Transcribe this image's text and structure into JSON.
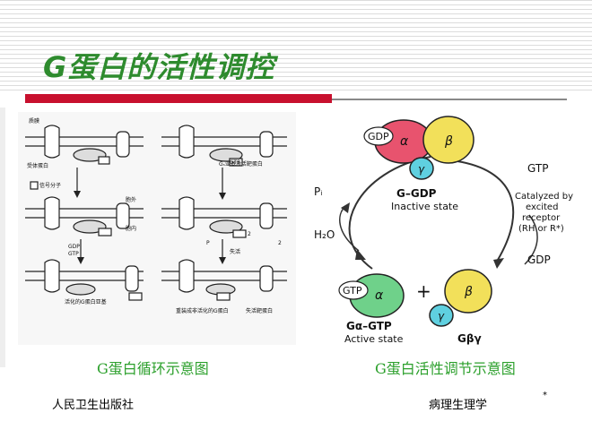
{
  "slide": {
    "title": "G蛋白的活性调控",
    "caption_left": "G蛋白循环示意图",
    "caption_right": "G蛋白活性调节示意图",
    "footer_left": "人民卫生出版社",
    "footer_right": "病理生理学",
    "footer_mark": "*"
  },
  "left_figure": {
    "labels": {
      "membrane": "质膜",
      "receptor": "受体蛋白",
      "signal": "信号分子",
      "outside": "胞外",
      "inside": "胞内",
      "gdp": "GDP",
      "gtp": "GTP",
      "gtp_small": "GTP",
      "active_gprotein": "活化的G蛋白亚基",
      "target_change": "Gₛ亚基激活靶蛋白",
      "pi": "P",
      "inactivate": "失活",
      "reassemble": "重装成非活化的G蛋白",
      "inactive_target": "失活靶蛋白",
      "num2a": "2",
      "num2b": "2"
    }
  },
  "right_figure": {
    "colors": {
      "alpha": "#e8536e",
      "beta": "#f2e05a",
      "gamma": "#5fd0e0",
      "alpha_active": "#6fd18a"
    },
    "labels": {
      "gdp": "GDP",
      "alpha": "α",
      "beta": "β",
      "gamma": "γ",
      "g_gdp": "G–GDP",
      "inactive_state": "Inactive state",
      "gtp_in": "GTP",
      "catalyzed_1": "Catalyzed by",
      "catalyzed_2": "excited",
      "catalyzed_3": "receptor",
      "catalyzed_4": "(RH or R*)",
      "gdp_out": "GDP",
      "pi": "Pᵢ",
      "h2o": "H₂O",
      "gtp_alpha": "GTP",
      "galpha_gtp": "Gα–GTP",
      "active_state": "Active state",
      "plus": "+",
      "gbg": "Gβγ"
    }
  }
}
